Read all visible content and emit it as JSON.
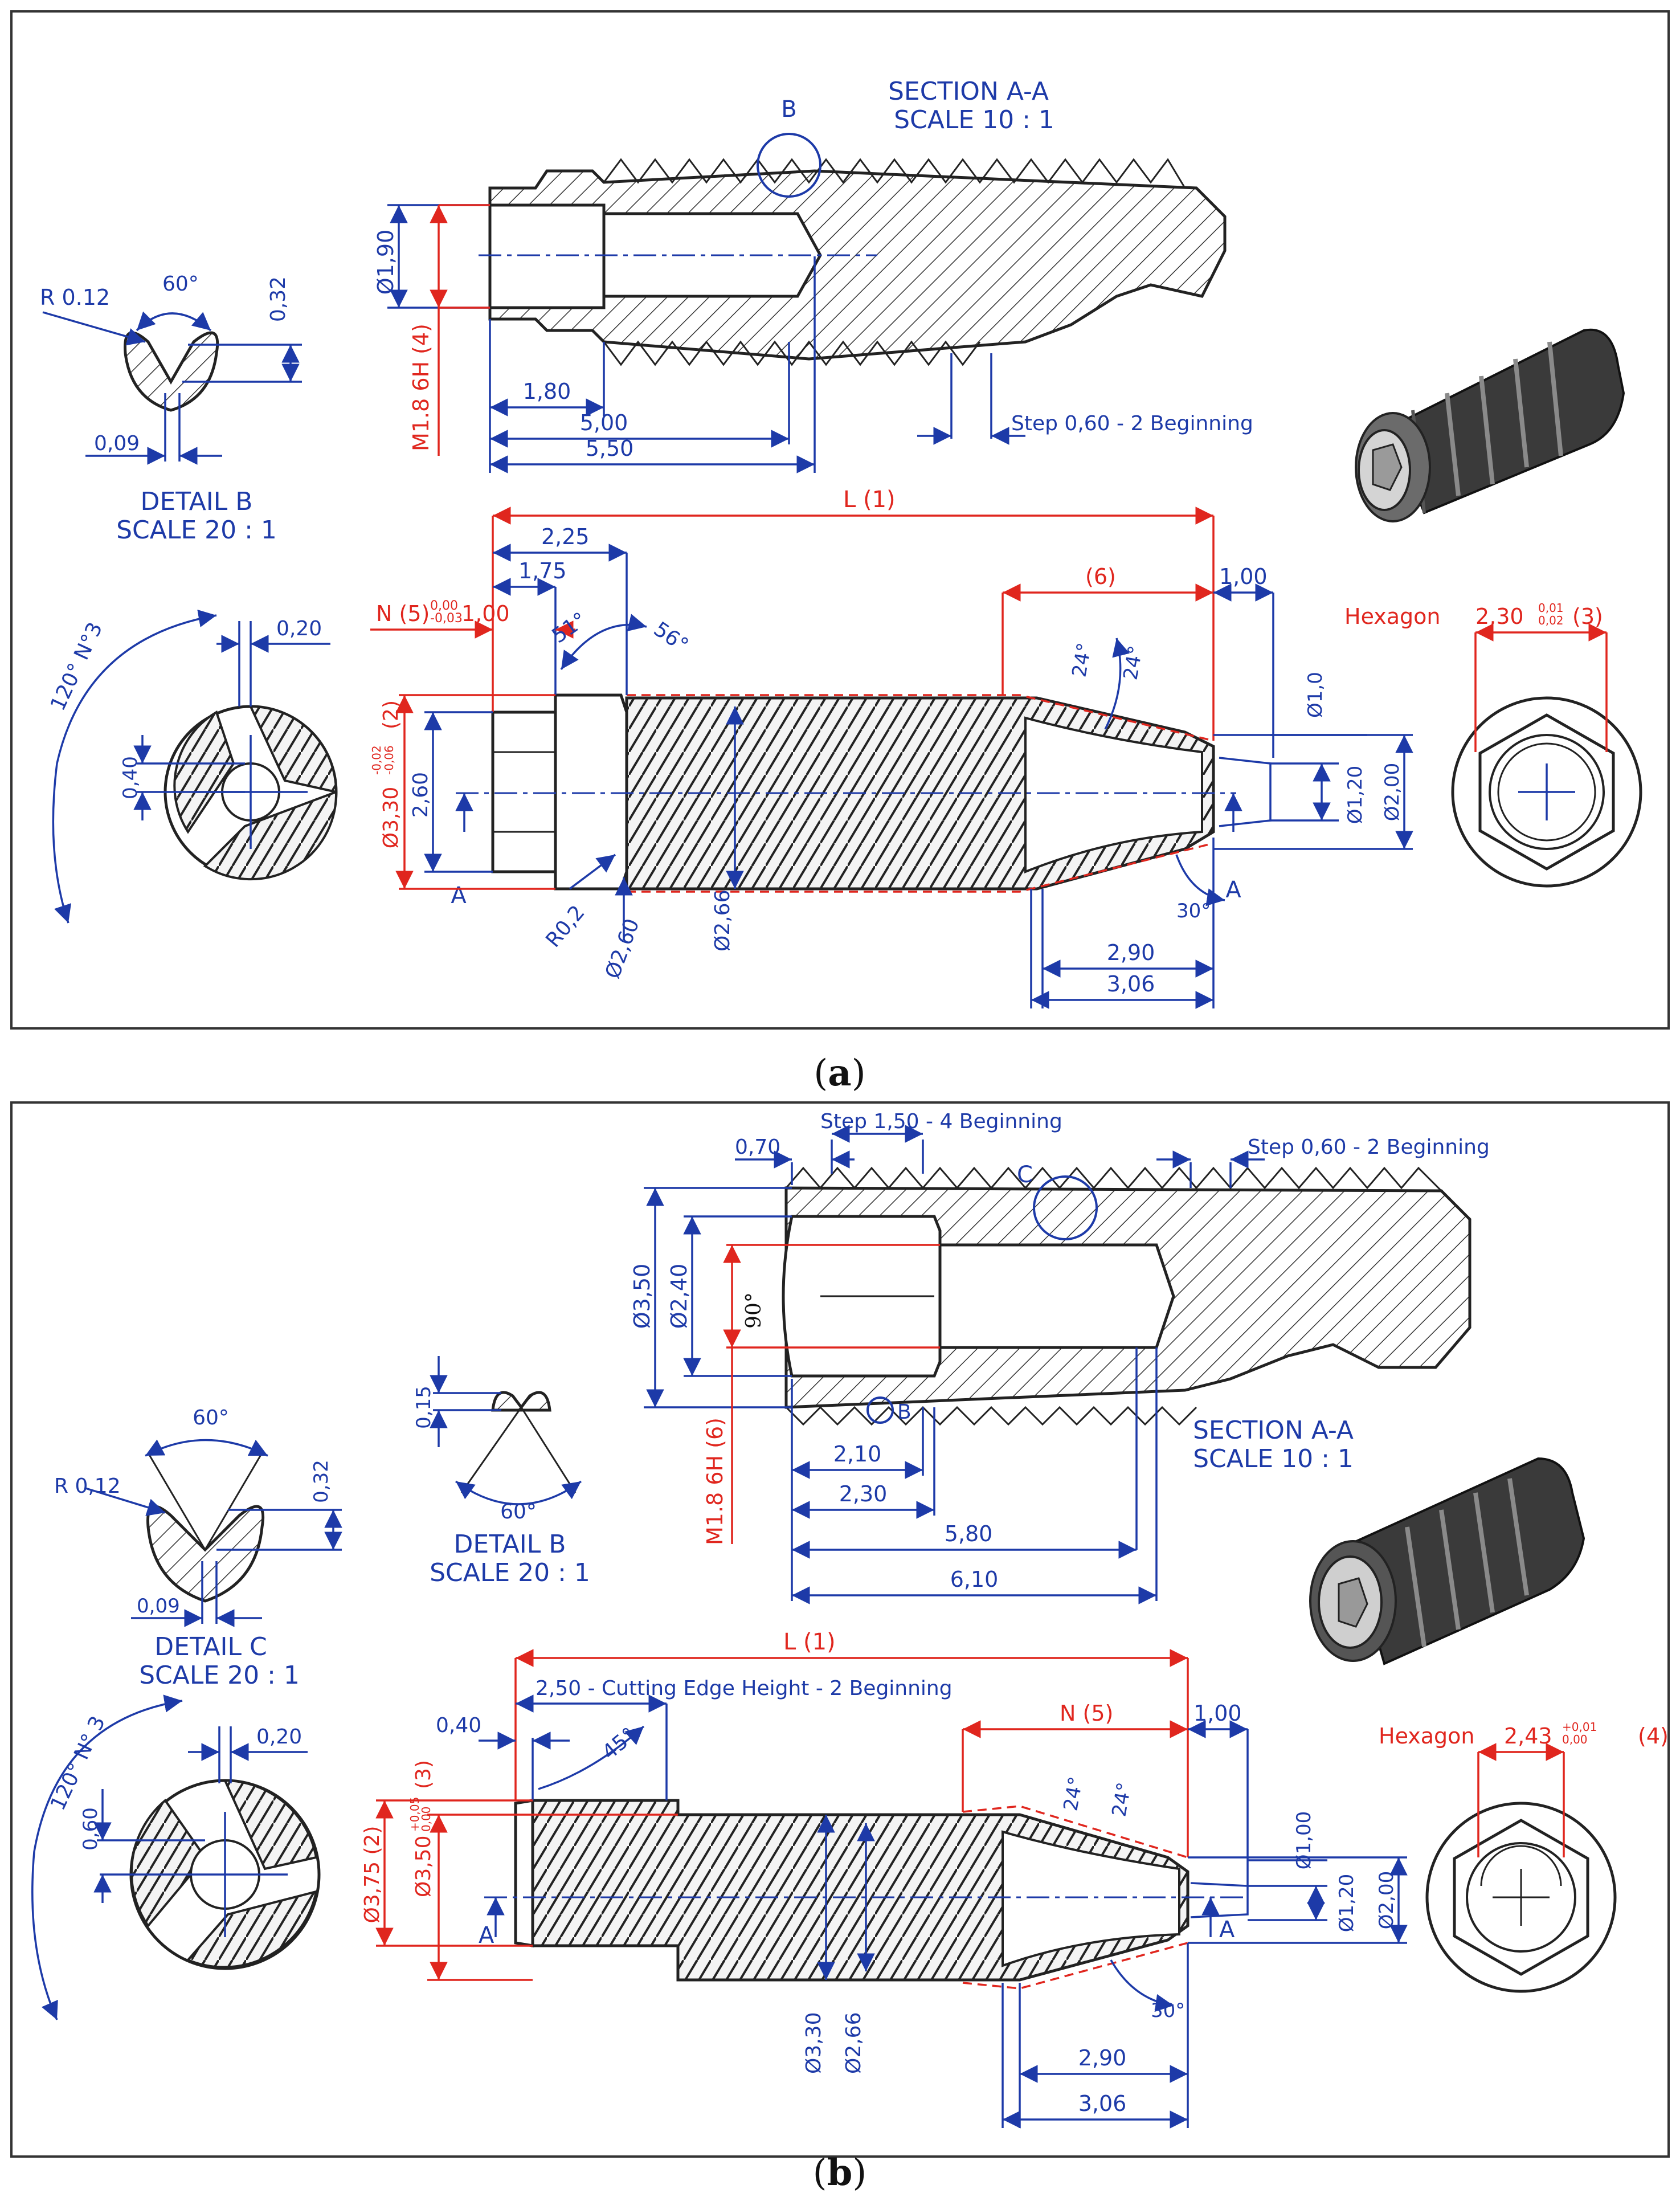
{
  "panels": [
    {
      "caption": "a",
      "section_title": [
        "SECTION A-A",
        "SCALE 10 : 1"
      ],
      "detail_title": [
        "DETAIL B",
        "SCALE 20 : 1"
      ],
      "section_labels": {
        "circle": "B",
        "cut_left": "A",
        "cut_right": "A"
      },
      "dims_blue": [
        "R 0.12",
        "60°",
        "0,32",
        "0,09",
        "Ø1,90",
        "1,80",
        "5,00",
        "5,50",
        "Step 0,60 - 2 Beginning",
        "2,25",
        "1,75",
        "51°",
        "56°",
        "24°",
        "24°",
        "1,00",
        "Ø1,0",
        "Ø1,20",
        "Ø2,00",
        "2,60",
        "R0,2",
        "Ø2,60",
        "Ø2,66",
        "30°",
        "2,90",
        "3,06",
        "120° N°3",
        "0,20",
        "0,40"
      ],
      "dims_red": [
        "M1.8 6H (4)",
        "L (1)",
        "N (5)",
        "1,00",
        "(6)",
        "Ø3,30",
        "(2)",
        "Hexagon",
        "2,30",
        "(3)"
      ],
      "tolerances": {
        "len_100": [
          "0,00",
          "-0,03"
        ],
        "dia_330": [
          "-0,02",
          "-0,06"
        ],
        "hex_230": [
          "0,01",
          "0,02"
        ]
      }
    },
    {
      "caption": "b",
      "section_title": [
        "SECTION  A-A",
        "SCALE 10 : 1"
      ],
      "detail_b_title": [
        "DETAIL B",
        "SCALE 20 : 1"
      ],
      "detail_c_title": [
        "DETAIL C",
        "SCALE 20 : 1"
      ],
      "section_labels": {
        "circle_c": "C",
        "circle_b": "B",
        "cut_left": "A",
        "cut_right": "A"
      },
      "dims_blue": [
        "Step 1,50 - 4 Beginning",
        "0,70",
        "Step 0,60 - 2 Beginning",
        "Ø3,50",
        "Ø2,40",
        "90°",
        "2,10",
        "2,30",
        "5,80",
        "6,10",
        "0,15",
        "60°",
        "R 0,12",
        "60°",
        "0,32",
        "0,09",
        "2,50 - Cutting Edge Height - 2 Beginning",
        "0,40",
        "45°",
        "24°",
        "24°",
        "1,00",
        "Ø1,00",
        "Ø1,20",
        "Ø2,00",
        "Ø3,30",
        "Ø2,66",
        "30°",
        "2,90",
        "3,06",
        "120° N° 3",
        "0,20",
        "0,60"
      ],
      "dims_red": [
        "M1.8 6H (6)",
        "L (1)",
        "N (5)",
        "Ø3,75 (2)",
        "Ø3,50",
        "(3)",
        "Hexagon",
        "2,43",
        "(4)"
      ],
      "tolerances": {
        "dia_350": [
          "+0,05",
          "0,00"
        ],
        "hex_243": [
          "+0,01",
          "0,00"
        ]
      }
    }
  ]
}
